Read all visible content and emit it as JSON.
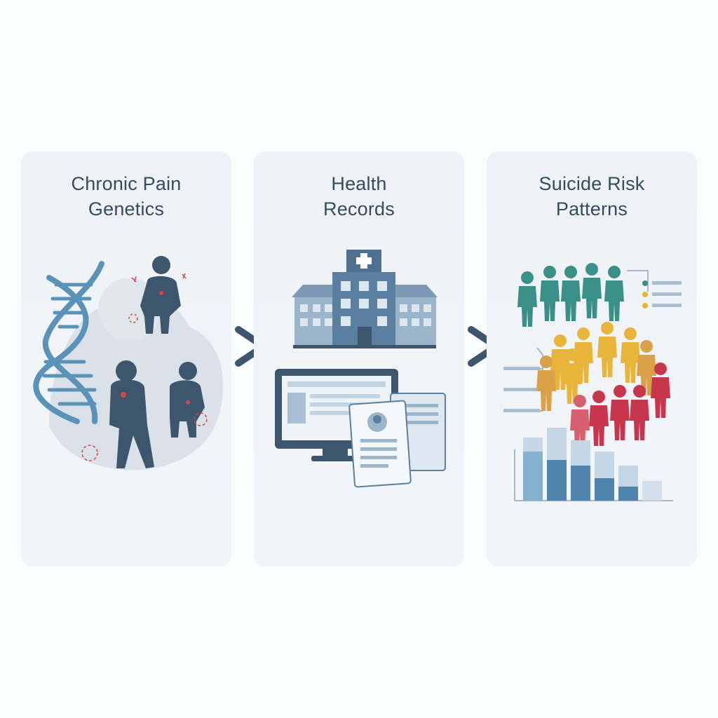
{
  "panels": [
    {
      "title_line1": "Chronic Pain",
      "title_line2": "Genetics",
      "illustration": "dna-and-people-in-pain-icon"
    },
    {
      "title_line1": "Health",
      "title_line2": "Records",
      "illustration": "hospital-and-medical-records-icon"
    },
    {
      "title_line1": "Suicide Risk",
      "title_line2": "Patterns",
      "illustration": "population-and-bar-chart-icon"
    }
  ],
  "connectors": [
    "chevron-right-icon",
    "chevron-right-icon"
  ],
  "colors": {
    "panel_bg": "#eef2f6",
    "title_text": "#364b5e",
    "dark_slate": "#3d566e",
    "dna_blue": "#5b93b8",
    "accent_red": "#d64545",
    "teal": "#3a8f86",
    "yellow": "#e8b53a",
    "crimson": "#c8364e"
  }
}
